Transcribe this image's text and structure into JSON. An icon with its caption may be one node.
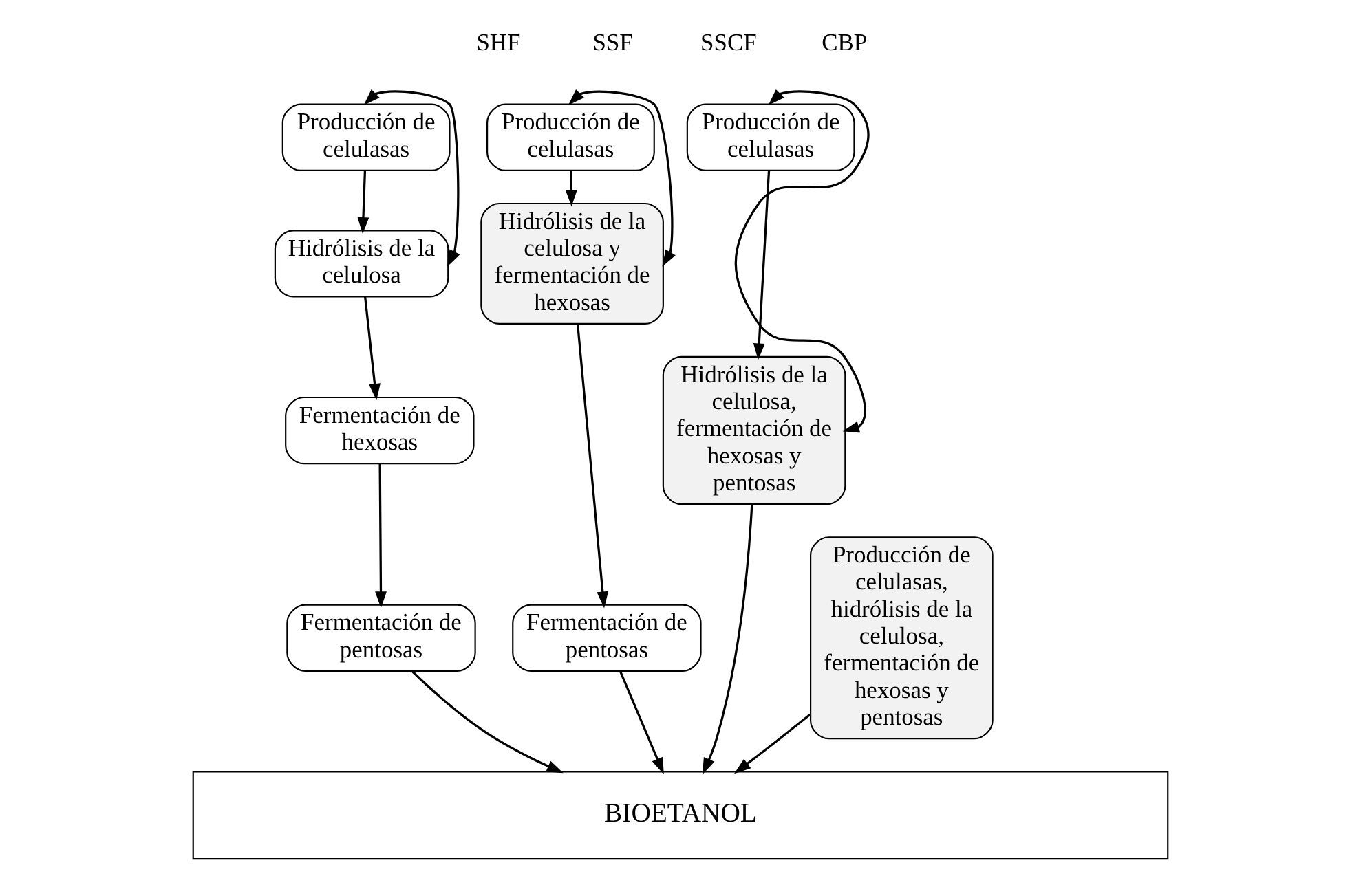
{
  "diagram": {
    "nodes": [
      {
        "text": [
          "Producción de celulasas"
        ]
      },
      {
        "text": [
          "Hidrólisis de la celulosa"
        ]
      },
      {
        "text": [
          "Fermentación de hexosas"
        ]
      },
      {
        "text": [
          "Fermentación de pentosas"
        ]
      },
      {
        "text": [
          "Producción de celulasas"
        ]
      },
      {
        "text": [
          "Hidrólisis de la celulosa y fermentación de hexosas"
        ]
      },
      {
        "text": [
          "Fermentación de pentosas"
        ]
      },
      {
        "text": [
          "Producción de celulasas"
        ]
      },
      {
        "text": [
          "Hidrólisis de la celulosa, fermentación de hexosas y pentosas"
        ]
      },
      {
        "text": [
          "Producción de celulasas, hidrólisis de la celulosa, fermentación de hexosas y pentosas"
        ]
      },
      {
        "text": [
          "BIOETANOL"
        ]
      }
    ],
    "edges": [
      {
        "from": 0,
        "to": 1,
        "arrow": "both"
      },
      {
        "from": 0,
        "to": 1,
        "arrow": "to"
      },
      {
        "from": 1,
        "to": 2,
        "arrow": "to"
      },
      {
        "from": 2,
        "to": 3,
        "arrow": "to"
      },
      {
        "from": 4,
        "to": 5,
        "arrow": "both"
      },
      {
        "from": 4,
        "to": 5,
        "arrow": "to"
      },
      {
        "from": 5,
        "to": 6,
        "arrow": "to"
      },
      {
        "from": 7,
        "to": 8,
        "arrow": "both"
      },
      {
        "from": 7,
        "to": 8,
        "arrow": "to"
      },
      {
        "from": 3,
        "to": 10,
        "arrow": "to"
      },
      {
        "from": 6,
        "to": 10,
        "arrow": "to"
      },
      {
        "from": 8,
        "to": 10,
        "arrow": "to"
      },
      {
        "from": 9,
        "to": 10,
        "arrow": "to"
      }
    ],
    "labels": [
      "SHF",
      "SSF",
      "SSCF",
      "CBP"
    ]
  }
}
